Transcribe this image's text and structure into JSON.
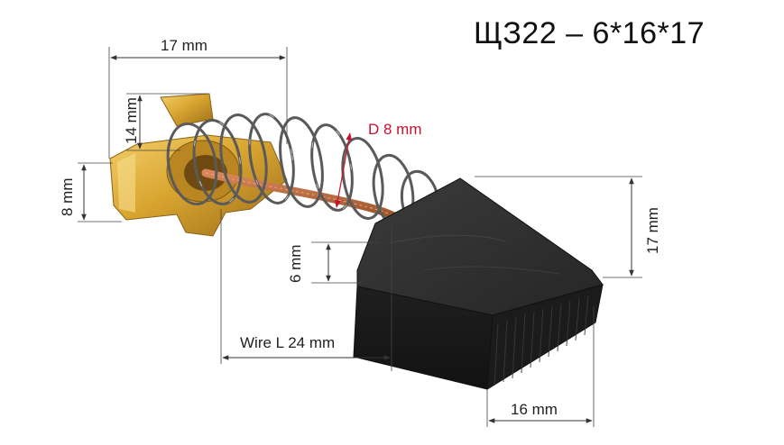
{
  "title": "ЩЗ22 – 6*16*17",
  "dimensions": {
    "top_width": "17 mm",
    "spring_height": "14 mm",
    "terminal_height": "8 mm",
    "spring_diameter": "D 8 mm",
    "brush_thickness": "6 mm",
    "wire_length": "Wire L 24 mm",
    "brush_width": "16 mm",
    "brush_height": "17 mm"
  },
  "colors": {
    "dimension_line": "#333333",
    "diameter_label": "#c8102e",
    "carbon": "#2b2b2b",
    "brass": "#d9a531",
    "copper_wire": "#b5652e",
    "spring": "#5a5a5a"
  }
}
